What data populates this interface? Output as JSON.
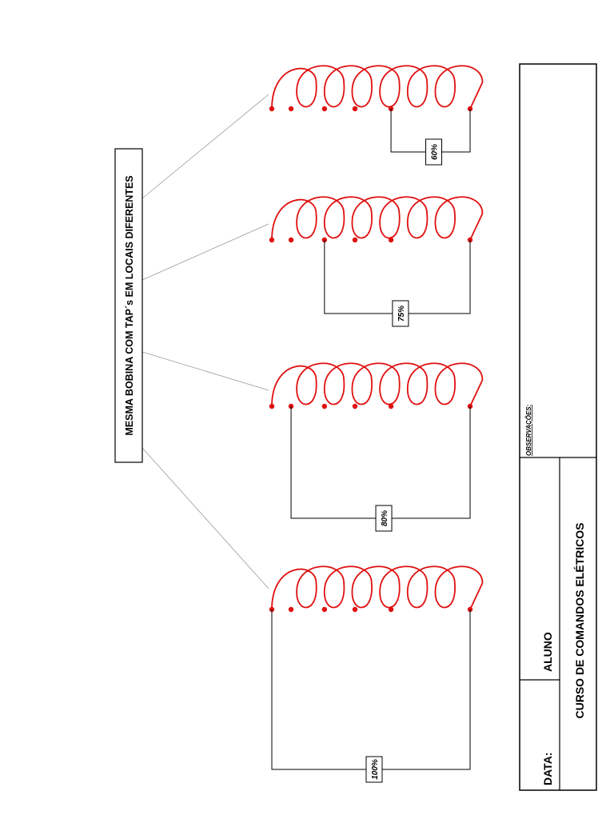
{
  "title": "MESMA BOBINA COM TAP´s EM LOCAIS DIFERENTES",
  "title_block": {
    "data": "DATA:",
    "aluno": "ALUNO",
    "observacoes": "OBSERVAÇÕES:",
    "course": "CURSO DE COMANDOS ELÉTRICOS"
  },
  "coil_color": "#e01010",
  "coils": [
    {
      "tap_label": "60%",
      "tap_fraction": 0.6
    },
    {
      "tap_label": "75%",
      "tap_fraction": 0.75
    },
    {
      "tap_label": "80%",
      "tap_fraction": 0.8
    },
    {
      "tap_label": "100%",
      "tap_fraction": 1.0
    }
  ]
}
